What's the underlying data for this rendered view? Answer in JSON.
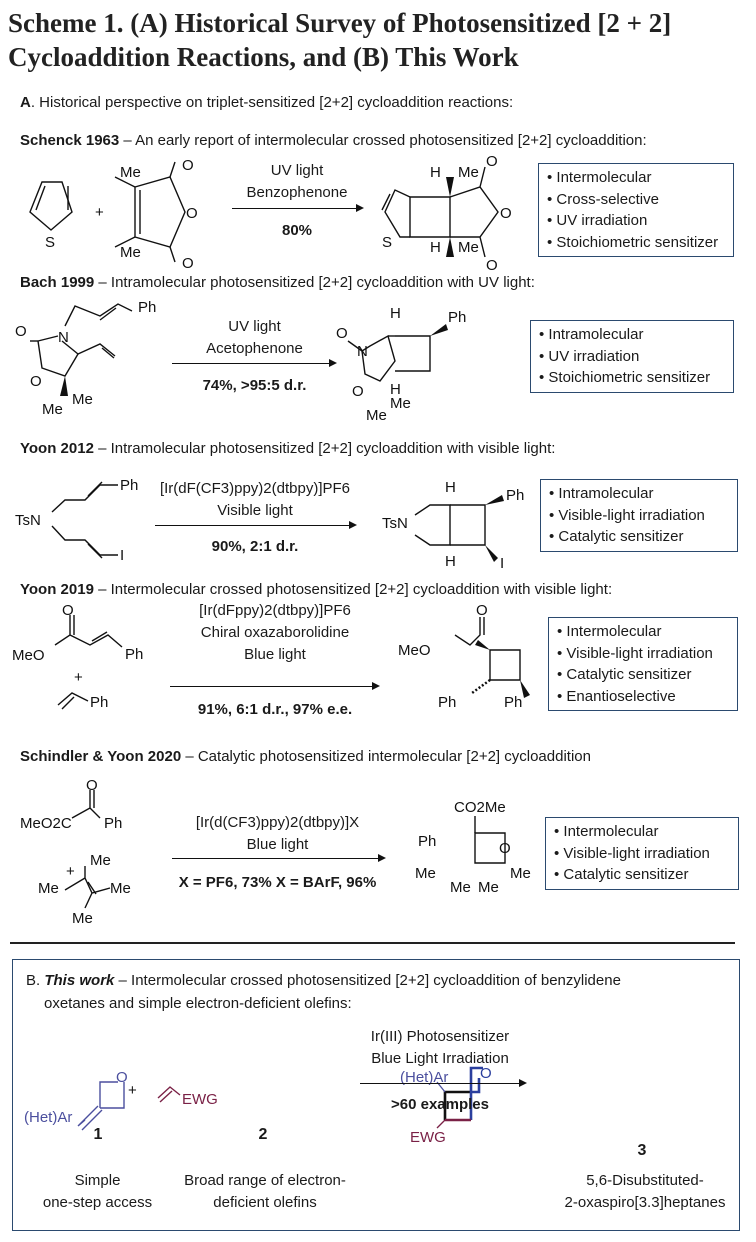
{
  "title": {
    "line1": "Scheme 1. (A) Historical Survey of Photosensitized [2 + 2]",
    "line2": "Cycloaddition Reactions, and (B) This Work"
  },
  "section_a": {
    "letter": "A",
    "text": ". Historical perspective on triplet-sensitized [2+2] cycloaddition reactions:"
  },
  "entries": [
    {
      "author": "Schenck 1963",
      "desc": " – An early report of intermolecular crossed photosensitized [2+2] cycloaddition:",
      "conditions": [
        "UV light",
        "Benzophenone"
      ],
      "yield": "80%",
      "features": [
        "Intermolecular",
        "Cross-selective",
        "UV irradiation",
        "Stoichiometric sensitizer"
      ],
      "labels": {
        "s": "S",
        "me": "Me",
        "o": "O",
        "h": "H",
        "plus": "+"
      }
    },
    {
      "author": "Bach 1999",
      "desc": " – Intramolecular photosensitized [2+2] cycloaddition with UV light:",
      "conditions": [
        "UV light",
        "Acetophenone"
      ],
      "yield": "74%, >95:5 d.r.",
      "features": [
        "Intramolecular",
        "UV irradiation",
        "Stoichiometric sensitizer"
      ],
      "labels": {
        "ph": "Ph",
        "n": "N",
        "o": "O",
        "me": "Me",
        "h": "H"
      }
    },
    {
      "author": "Yoon 2012",
      "desc": " – Intramolecular photosensitized [2+2] cycloaddition with visible light:",
      "conditions": [
        "[Ir(dF(CF3)ppy)2(dtbpy)]PF6",
        "Visible light"
      ],
      "yield": "90%, 2:1 d.r.",
      "features": [
        "Intramolecular",
        "Visible-light irradiation",
        "Catalytic sensitizer"
      ],
      "labels": {
        "tsn": "TsN",
        "ph": "Ph",
        "i": "I",
        "h": "H"
      }
    },
    {
      "author": "Yoon 2019",
      "desc": " – Intermolecular crossed photosensitized [2+2] cycloaddition with visible light:",
      "conditions": [
        "[Ir(dFppy)2(dtbpy)]PF6",
        "Chiral oxazaborolidine",
        "Blue light"
      ],
      "yield": "91%, 6:1 d.r., 97% e.e.",
      "features": [
        "Intermolecular",
        "Visible-light irradiation",
        "Catalytic sensitizer",
        "Enantioselective"
      ],
      "labels": {
        "meo": "MeO",
        "o": "O",
        "ph": "Ph",
        "plus": "+"
      }
    },
    {
      "author": "Schindler & Yoon 2020",
      "desc": " – Catalytic photosensitized intermolecular [2+2] cycloaddition",
      "conditions": [
        "[Ir(d(CF3)ppy)2(dtbpy)]X",
        "Blue light"
      ],
      "yield": "X = PF6, 73%   X = BArF, 96%",
      "features": [
        "Intermolecular",
        "Visible-light irradiation",
        "Catalytic sensitizer"
      ],
      "labels": {
        "meo2c": "MeO2C",
        "o": "O",
        "ph": "Ph",
        "me": "Me",
        "co2me": "CO2Me",
        "plus": "+"
      }
    }
  ],
  "section_b": {
    "letter": "B.",
    "this_work": "This work",
    "text": " – Intermolecular crossed photosensitized [2+2] cycloaddition of benzylidene",
    "text2": "oxetanes and simple electron-deficient olefins:",
    "conditions": [
      "Ir(III) Photosensitizer",
      "Blue Light Irradiation"
    ],
    "examples": ">60 examples",
    "compounds": [
      {
        "number": "1",
        "desc1": "Simple",
        "desc2": "one-step access",
        "group": "(Het)Ar",
        "o": "O"
      },
      {
        "number": "2",
        "desc1": "Broad range of electron-",
        "desc2": "deficient olefins",
        "group": "EWG"
      },
      {
        "number": "3",
        "desc1": "5,6-Disubstituted-",
        "desc2": "2-oxaspiro[3.3]heptanes",
        "group1": "(Het)Ar",
        "group2": "EWG",
        "o": "O"
      }
    ],
    "plus": "+",
    "colors": {
      "aryl": "#4b4f9e",
      "ewg": "#7a2146",
      "border": "#2b4a6f"
    }
  }
}
